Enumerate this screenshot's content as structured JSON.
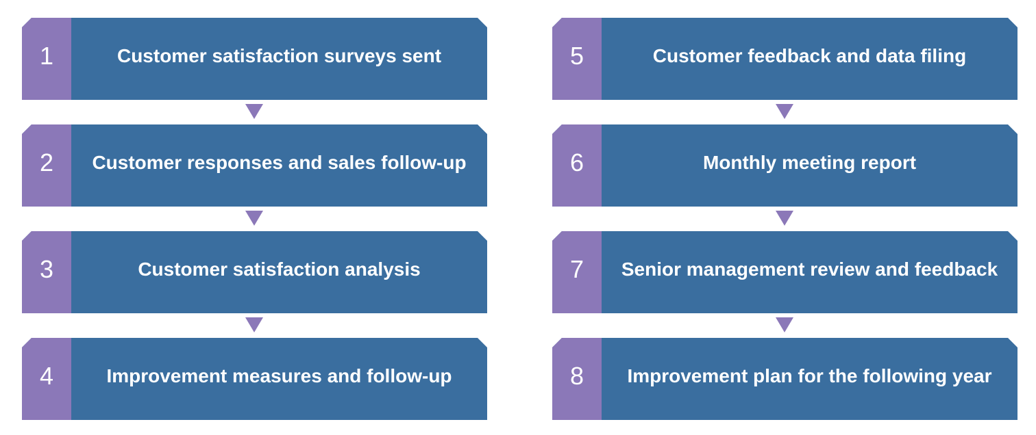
{
  "colors": {
    "number_bar": "#8b78b8",
    "step_body": "#3a6e9f",
    "arrow": "#8b78b8"
  },
  "left_column": [
    {
      "number": "1",
      "label": "Customer satisfaction surveys sent"
    },
    {
      "number": "2",
      "label": "Customer responses and sales follow-up"
    },
    {
      "number": "3",
      "label": "Customer satisfaction analysis"
    },
    {
      "number": "4",
      "label": "Improvement measures and follow-up"
    }
  ],
  "right_column": [
    {
      "number": "5",
      "label": "Customer feedback and data filing"
    },
    {
      "number": "6",
      "label": "Monthly meeting report"
    },
    {
      "number": "7",
      "label": "Senior management review and feedback"
    },
    {
      "number": "8",
      "label": "Improvement plan for the following year"
    }
  ]
}
